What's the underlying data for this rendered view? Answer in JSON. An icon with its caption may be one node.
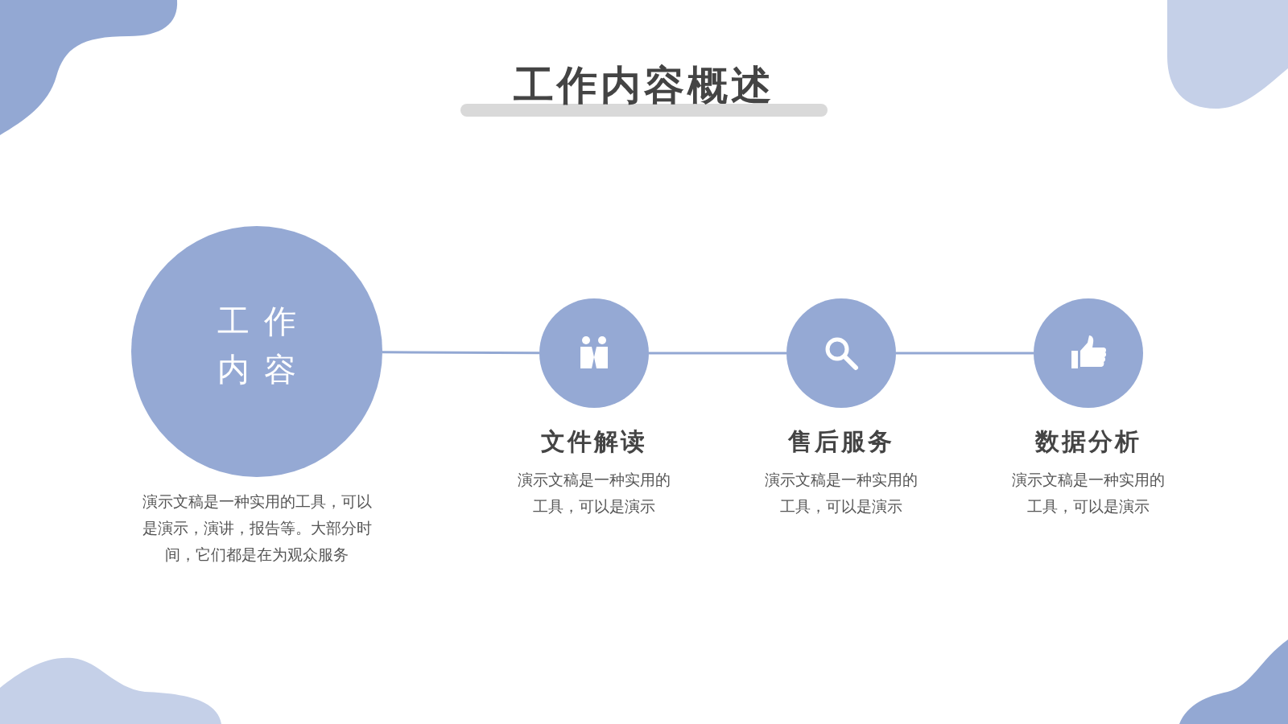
{
  "diagram": {
    "title": "工作内容概述",
    "nodes": [
      {
        "text": [
          "工作内容"
        ],
        "beside": [
          "演示文稿是一种实用的工具，可以是演示，演讲，报告等。大部分时间，它们都是在为观众服务"
        ]
      },
      {
        "text": [],
        "shape": "circle",
        "beside": [
          "文件解读",
          "演示文稿是一种实用的工具，可以是演示"
        ]
      },
      {
        "text": [],
        "shape": "circle",
        "beside": [
          "售后服务",
          "演示文稿是一种实用的工具，可以是演示"
        ]
      },
      {
        "text": [],
        "shape": "circle",
        "beside": [
          "数据分析",
          "演示文稿是一种实用的工具，可以是演示"
        ]
      }
    ],
    "edges": [
      {
        "from": 0,
        "to": 1,
        "arrow": "none"
      },
      {
        "from": 1,
        "to": 2,
        "arrow": "none"
      },
      {
        "from": 2,
        "to": 3,
        "arrow": "none"
      }
    ]
  }
}
